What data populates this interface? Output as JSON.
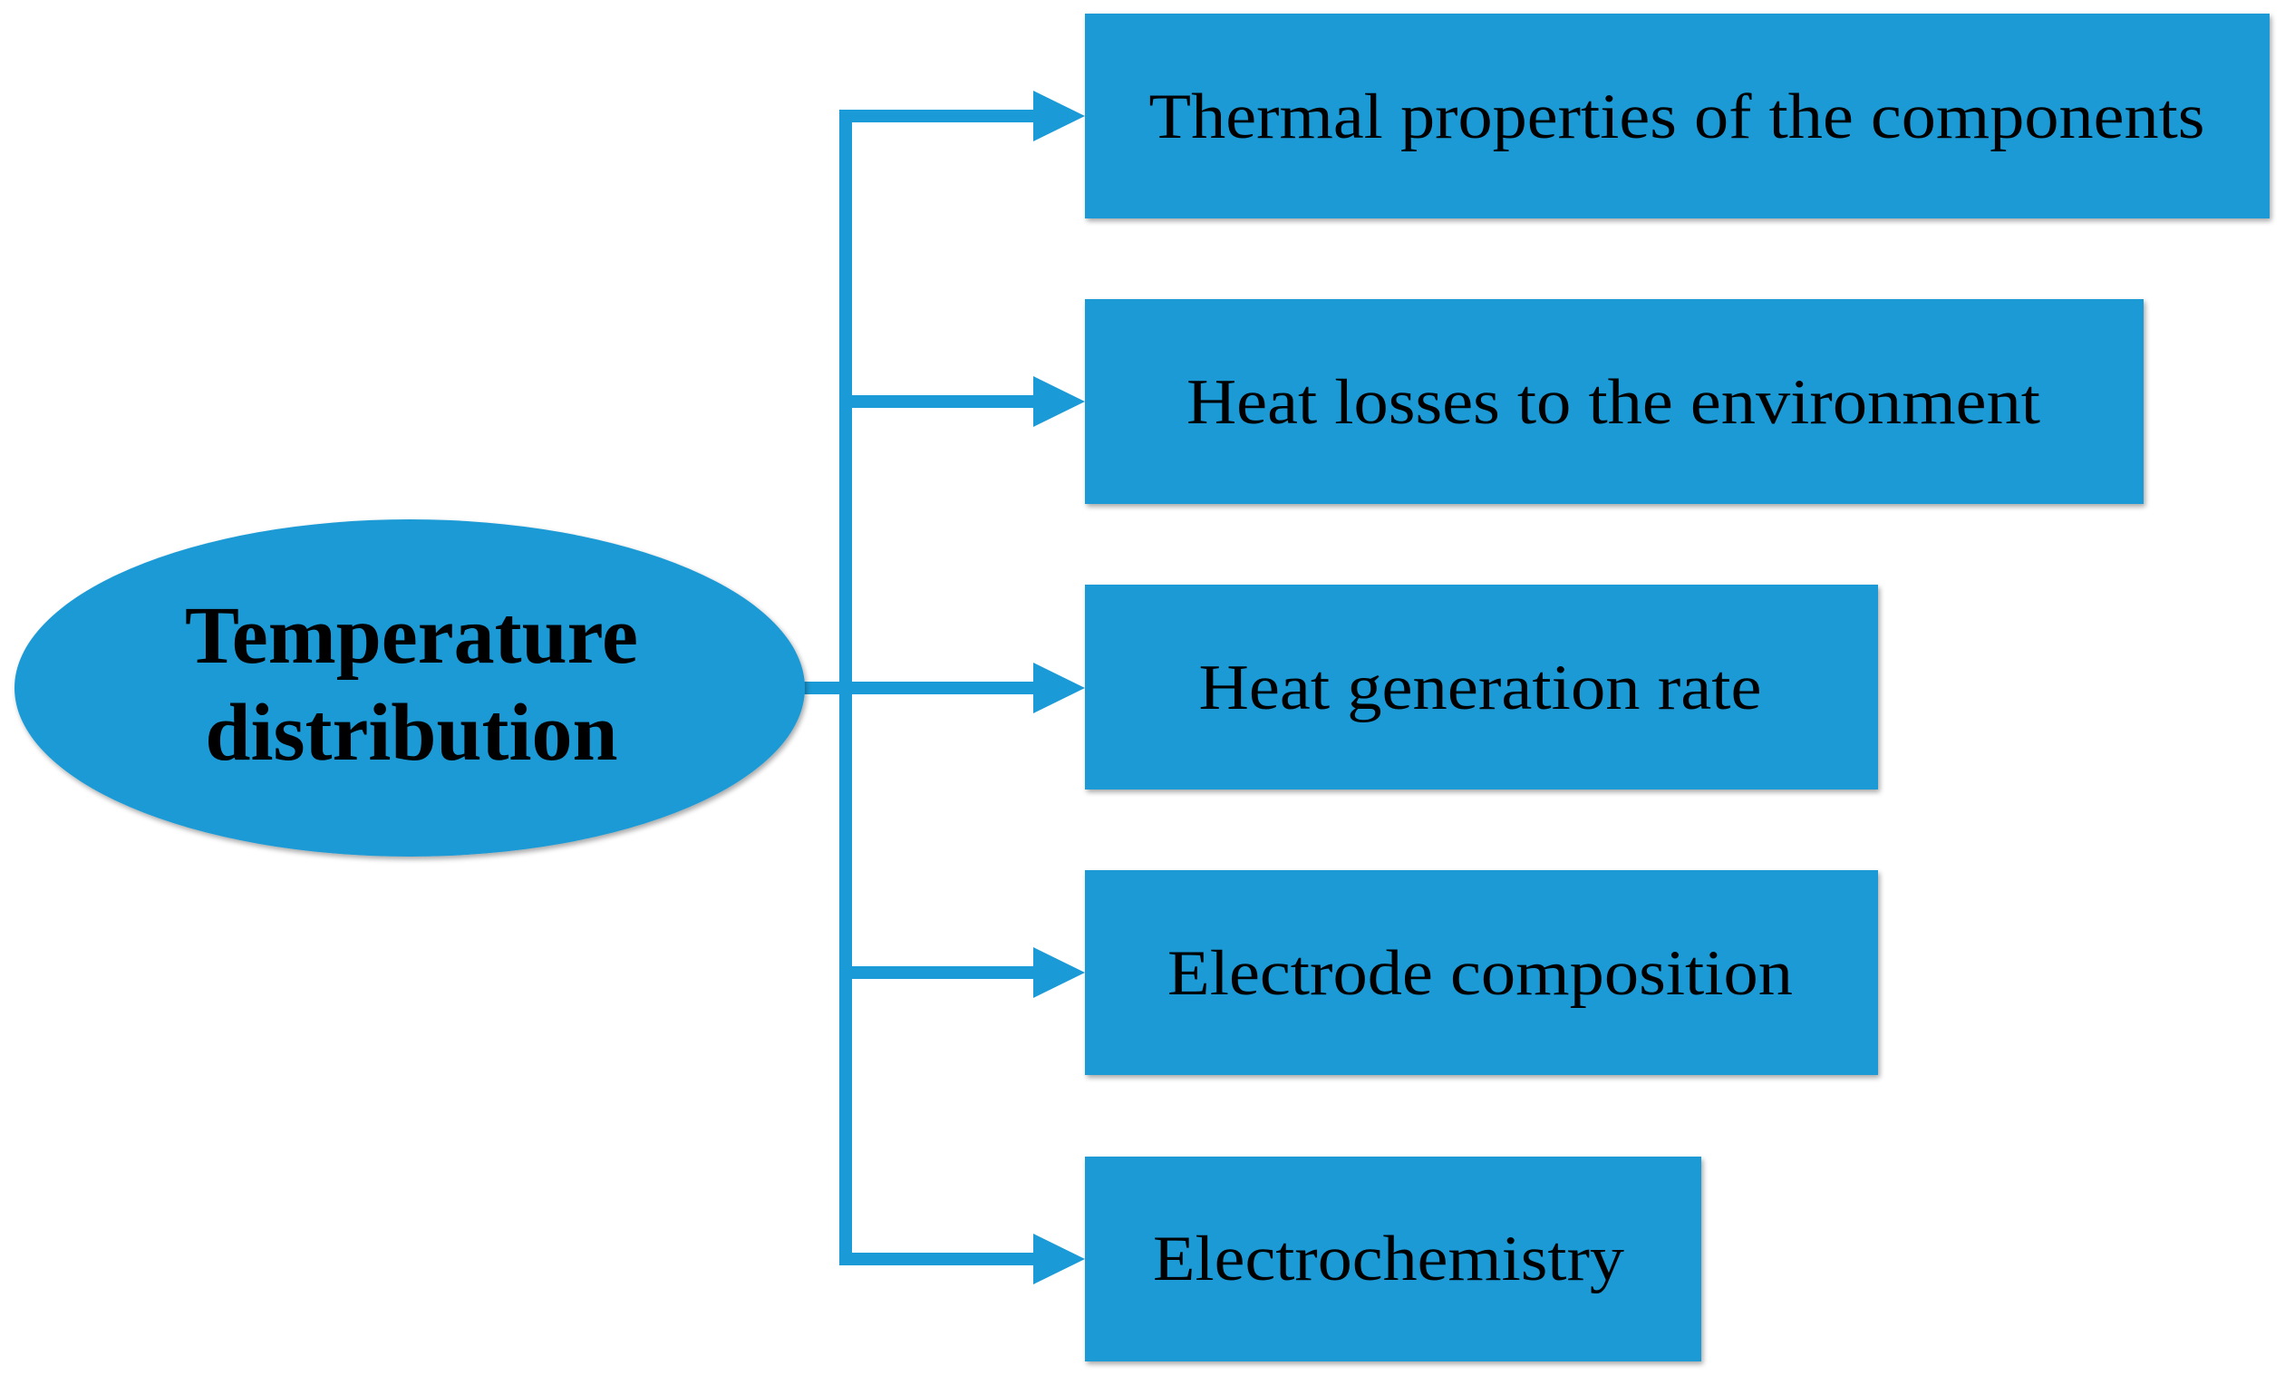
{
  "colors": {
    "shape_fill": "#1a9ad6",
    "connector": "#1a9ad6",
    "text": "#000000",
    "background": "#ffffff"
  },
  "center": {
    "line1": "Temperature",
    "line2": "distribution"
  },
  "factors": [
    {
      "label": "Thermal properties of the components"
    },
    {
      "label": "Heat losses to the environment"
    },
    {
      "label": "Heat generation rate"
    },
    {
      "label": "Electrode composition"
    },
    {
      "label": "Electrochemistry"
    }
  ]
}
